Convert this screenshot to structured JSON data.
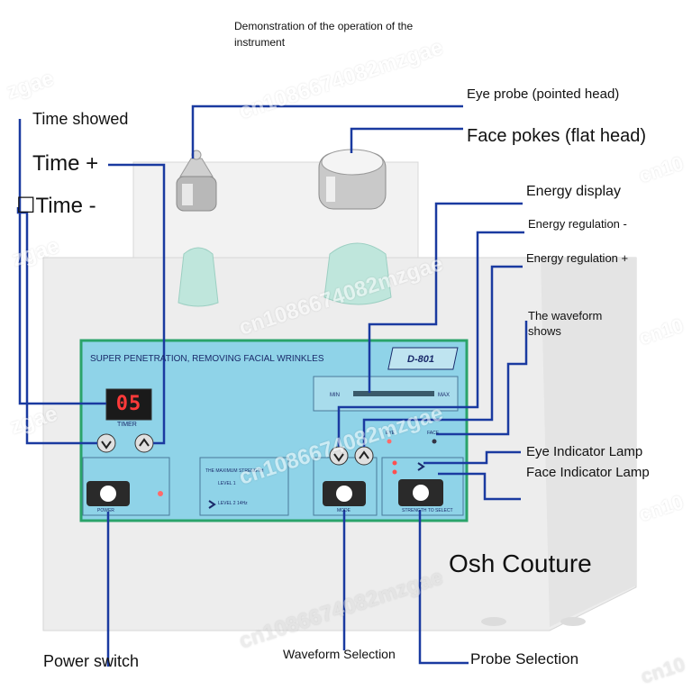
{
  "header": {
    "line1": "Demonstration of the operation of the",
    "line2": "instrument"
  },
  "labels": {
    "time_showed": "Time showed",
    "time_plus": "Time +",
    "time_minus": "☐Time -",
    "eye_probe": "Eye probe (pointed head)",
    "face_pokes": "Face pokes (flat head)",
    "energy_display": "Energy display",
    "energy_regulation_minus": "Energy regulation -",
    "energy_regulation_plus": "Energy regulation +",
    "waveform_shows_1": "The waveform",
    "waveform_shows_2": "shows",
    "eye_indicator_lamp": "Eye Indicator Lamp",
    "face_indicator_lamp": "Face Indicator Lamp",
    "brand": "Osh Couture",
    "power_switch": "Power switch",
    "waveform_selection": "Waveform Selection",
    "probe_selection": "Probe Selection"
  },
  "device": {
    "panel_title": "SUPER PENETRATION, REMOVING FACIAL WRINKLES",
    "model": "D-801",
    "timer_display": "05",
    "timer_label": "TIMER",
    "power_label": "POWER",
    "mode_label": "MODE",
    "probe_select_label": "STRENGTH TO SELECT",
    "level_header": "THE MAXIMUM STRENGTH",
    "level_1": "LEVEL 1",
    "level_2": "LEVEL 2  14Hz",
    "energy_min": "MIN",
    "energy_max": "MAX",
    "eye_lamp_label": "EYE",
    "face_lamp_label": "FACE"
  },
  "watermarks": [
    "cn1086674082mzgae",
    "cn1086674082mzgae",
    "cn1086674082mzgae",
    "cn1086674082mzgae",
    "zgae",
    "zgae",
    "zgae",
    "cn10",
    "cn10",
    "cn10",
    "cn10"
  ],
  "colors": {
    "leader_line": "#1a3aa0",
    "device_body": "#ececec",
    "panel_fill": "#8fd3e8",
    "panel_border": "#2aa36a",
    "led_red": "#ff3a3a"
  }
}
